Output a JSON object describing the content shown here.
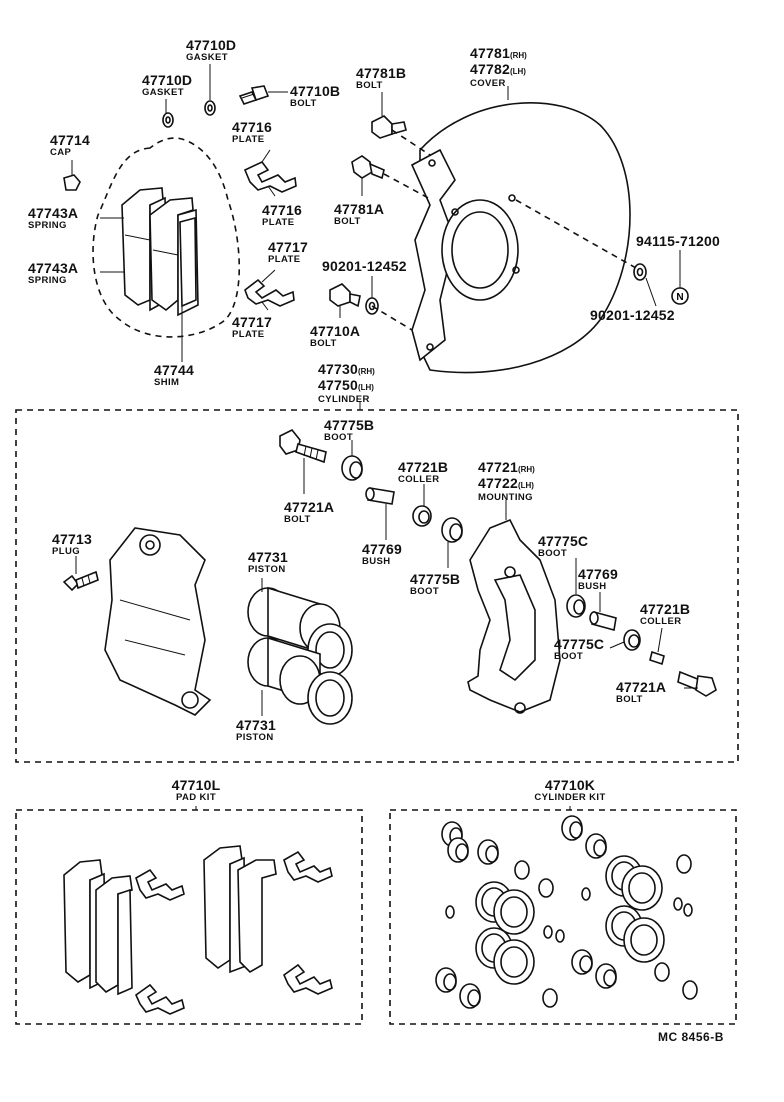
{
  "diagram_code": "MC 8456-B",
  "parts": {
    "gasket_top": {
      "pn": "47710D",
      "name": "GASKET"
    },
    "gasket": {
      "pn": "47710D",
      "name": "GASKET"
    },
    "bolt_top": {
      "pn": "47710B",
      "name": "BOLT"
    },
    "cap": {
      "pn": "47714",
      "name": "CAP"
    },
    "plate_a": {
      "pn": "47716",
      "name": "PLATE"
    },
    "plate_b": {
      "pn": "47716",
      "name": "PLATE"
    },
    "spring_a": {
      "pn": "47743A",
      "name": "SPRING"
    },
    "spring_b": {
      "pn": "47743A",
      "name": "SPRING"
    },
    "plate_c": {
      "pn": "47717",
      "name": "PLATE"
    },
    "plate_d": {
      "pn": "47717",
      "name": "PLATE"
    },
    "shim": {
      "pn": "47744",
      "name": "SHIM"
    },
    "bolt_cover_a": {
      "pn": "47781B",
      "name": "BOLT"
    },
    "bolt_cover_b": {
      "pn": "47781A",
      "name": "BOLT"
    },
    "cover": {
      "pn1": "47781",
      "suf1": "(RH)",
      "pn2": "47782",
      "suf2": "(LH)",
      "name": "COVER"
    },
    "washer_mid": {
      "pn": "90201-12452"
    },
    "bolt_mid": {
      "pn": "47710A",
      "name": "BOLT"
    },
    "nut_right": {
      "pn": "94115-71200"
    },
    "washer_right": {
      "pn": "90201-12452"
    },
    "cylinder": {
      "pn1": "47730",
      "suf1": "(RH)",
      "pn2": "47750",
      "suf2": "(LH)",
      "name": "CYLINDER"
    },
    "boot_b_top": {
      "pn": "47775B",
      "name": "BOOT"
    },
    "bolt_inner": {
      "pn": "47721A",
      "name": "BOLT"
    },
    "coller_b": {
      "pn": "47721B",
      "name": "COLLER"
    },
    "mounting": {
      "pn1": "47721",
      "suf1": "(RH)",
      "pn2": "47722",
      "suf2": "(LH)",
      "name": "MOUNTING"
    },
    "plug": {
      "pn": "47713",
      "name": "PLUG"
    },
    "piston_top": {
      "pn": "47731",
      "name": "PISTON"
    },
    "bush_a": {
      "pn": "47769",
      "name": "BUSH"
    },
    "boot_b_mid": {
      "pn": "47775B",
      "name": "BOOT"
    },
    "boot_c_a": {
      "pn": "47775C",
      "name": "BOOT"
    },
    "bush_b": {
      "pn": "47769",
      "name": "BUSH"
    },
    "coller_b2": {
      "pn": "47721B",
      "name": "COLLER"
    },
    "boot_c_b": {
      "pn": "47775C",
      "name": "BOOT"
    },
    "bolt_outer": {
      "pn": "47721A",
      "name": "BOLT"
    },
    "piston_bottom": {
      "pn": "47731",
      "name": "PISTON"
    }
  },
  "kits": {
    "pad_kit": {
      "pn": "47710L",
      "name": "PAD KIT"
    },
    "cylinder_kit": {
      "pn": "47710K",
      "name": "CYLINDER KIT"
    }
  }
}
